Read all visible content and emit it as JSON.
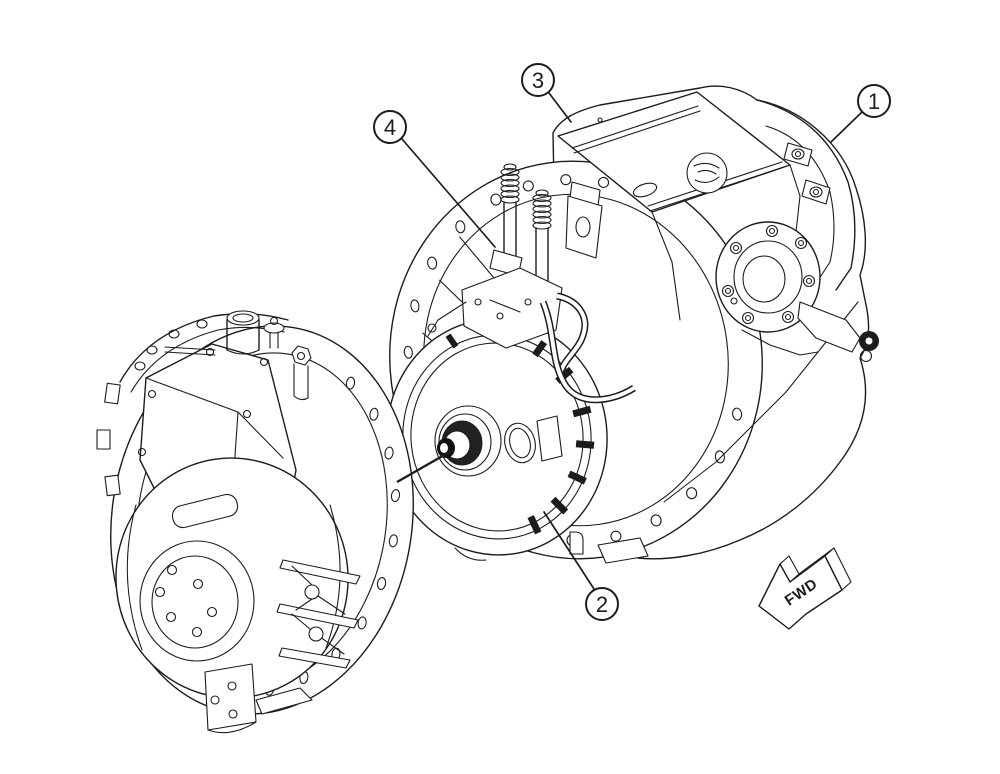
{
  "figure": {
    "type": "exploded-parts-diagram",
    "description": "Line-art service illustration of a transmission assembly with torque converter and a flywheel clutch housing, shown with numbered callouts",
    "background_color": "#ffffff",
    "line_color": "#1c1c1c"
  },
  "callouts": [
    {
      "label": "1"
    },
    {
      "label": "2"
    },
    {
      "label": "3"
    },
    {
      "label": "4"
    }
  ],
  "direction_indicator": {
    "label": "FWD"
  }
}
